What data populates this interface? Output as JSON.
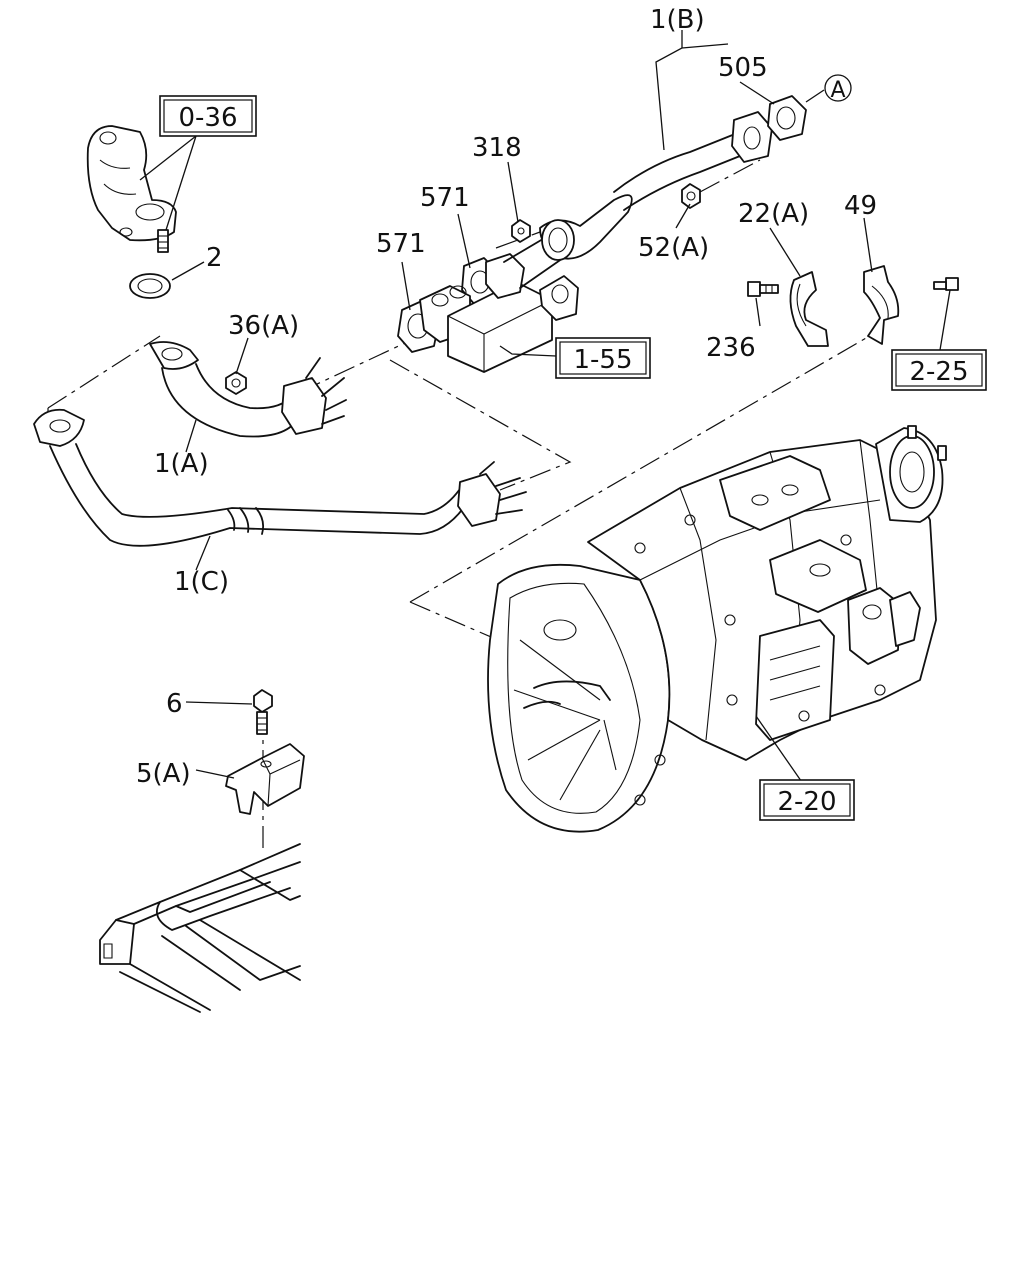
{
  "callouts": {
    "c_1b": "1(B)",
    "c_505": "505",
    "c_a_circle": "A",
    "c_318": "318",
    "c_571_upper": "571",
    "c_571_lower": "571",
    "c_52a": "52(A)",
    "c_22a": "22(A)",
    "c_49": "49",
    "c_236": "236",
    "c_2": "2",
    "c_36a": "36(A)",
    "c_1a": "1(A)",
    "c_1c": "1(C)",
    "c_6": "6",
    "c_5a": "5(A)"
  },
  "ref_boxes": {
    "r_0_36": "0-36",
    "r_1_55": "1-55",
    "r_2_25": "2-25",
    "r_2_20": "2-20"
  }
}
